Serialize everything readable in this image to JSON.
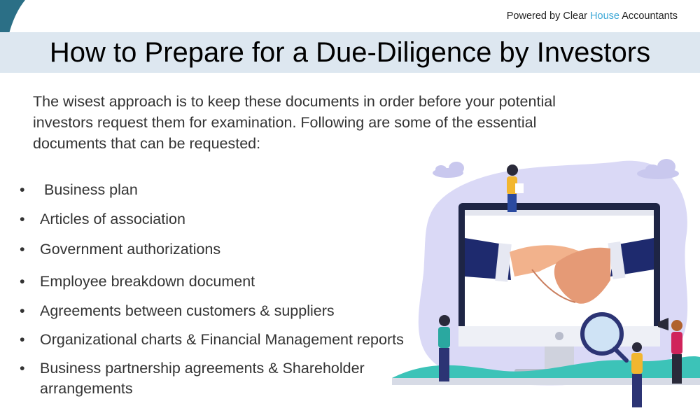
{
  "header": {
    "powered_prefix": "Powered by Clear",
    "powered_highlight": "House",
    "powered_suffix": "Accountants"
  },
  "title": "How to Prepare for a Due-Diligence by Investors",
  "intro": "The wisest approach is to keep these documents in order before your potential investors request them for examination. Following are some of the essential documents that can be requested:",
  "documents": [
    " Business plan",
    "Articles of association",
    "Government authorizations",
    "Employee breakdown document",
    "Agreements between customers & suppliers",
    "Organizational charts & Financial Management reports",
    "Business partnership agreements & Shareholder arrangements"
  ],
  "colors": {
    "title_band": "#dde7f0",
    "accent": "#3aa7d6",
    "corner_teal": "#2b6f86",
    "blob": "#dad9f6",
    "monitor": "#1e2545"
  },
  "illustration": {
    "icons": [
      "handshake-icon",
      "monitor-icon",
      "magnifier-icon",
      "megaphone-icon"
    ]
  }
}
